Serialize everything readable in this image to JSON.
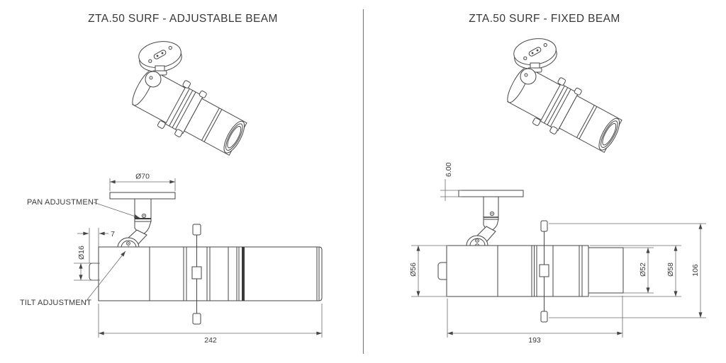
{
  "document": {
    "background": "#ffffff",
    "line_color": "#464646",
    "text_color": "#3a3a3a"
  },
  "left_panel": {
    "title": "ZTA.50 SURF - ADJUSTABLE BEAM",
    "labels": {
      "pan_adjustment": "PAN ADJUSTMENT",
      "tilt_adjustment": "TILT ADJUSTMENT"
    },
    "dimensions": {
      "canopy_diameter": "Ø70",
      "stem_offset": "7",
      "side_knob_diameter": "Ø16",
      "overall_length": "242"
    }
  },
  "right_panel": {
    "title": "ZTA.50 SURF - FIXED BEAM",
    "dimensions": {
      "canopy_thickness": "6.00",
      "body_diameter": "Ø56",
      "snoot_inner_diameter": "Ø52",
      "snoot_outer_diameter": "Ø58",
      "overall_height": "106",
      "body_length": "193"
    }
  }
}
